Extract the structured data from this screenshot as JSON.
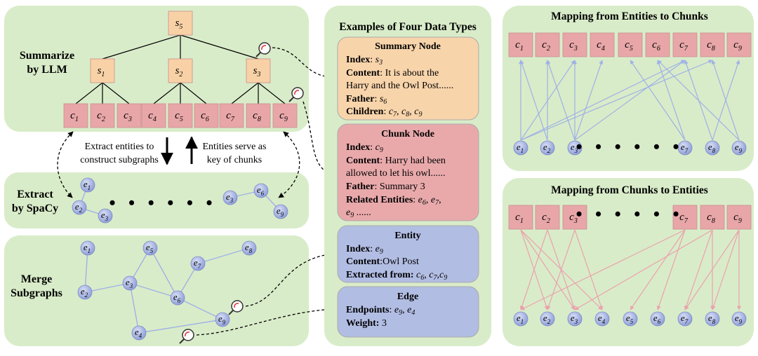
{
  "left": {
    "summarize_label": [
      "Summarize",
      "by LLM"
    ],
    "extract_label": [
      "Extract",
      "by SpaCy"
    ],
    "merge_label": [
      "Merge",
      "Subgraphs"
    ],
    "tree": {
      "root": {
        "b": "s",
        "s": "5"
      },
      "level1": [
        {
          "b": "s",
          "s": "1"
        },
        {
          "b": "s",
          "s": "2"
        },
        {
          "b": "s",
          "s": "3"
        }
      ],
      "chunks": [
        {
          "b": "c",
          "s": "1"
        },
        {
          "b": "c",
          "s": "2"
        },
        {
          "b": "c",
          "s": "3"
        },
        {
          "b": "c",
          "s": "4"
        },
        {
          "b": "c",
          "s": "5"
        },
        {
          "b": "c",
          "s": "6"
        },
        {
          "b": "c",
          "s": "7"
        },
        {
          "b": "c",
          "s": "8"
        },
        {
          "b": "c",
          "s": "9"
        }
      ]
    },
    "extract_text": [
      "Extract entities to",
      "construct subgraphs"
    ],
    "serve_text": [
      "Entities serve as",
      "key of chunks"
    ],
    "extract_nodes": [
      {
        "b": "e",
        "s": "1"
      },
      {
        "b": "e",
        "s": "2"
      },
      {
        "b": "e",
        "s": "3"
      },
      {
        "b": "e",
        "s": "3"
      },
      {
        "b": "e",
        "s": "6"
      },
      {
        "b": "e",
        "s": "9"
      }
    ],
    "merge_nodes": [
      {
        "b": "e",
        "s": "1"
      },
      {
        "b": "e",
        "s": "5"
      },
      {
        "b": "e",
        "s": "8"
      },
      {
        "b": "e",
        "s": "7"
      },
      {
        "b": "e",
        "s": "3"
      },
      {
        "b": "e",
        "s": "2"
      },
      {
        "b": "e",
        "s": "6"
      },
      {
        "b": "e",
        "s": "9"
      },
      {
        "b": "e",
        "s": "4"
      }
    ]
  },
  "middle": {
    "title": "Examples of Four Data Types",
    "summary_node": {
      "title": "Summary Node",
      "index_label": "Index",
      "index_b": "s",
      "index_s": "3",
      "content_label": "Content",
      "content_lines": [
        ": It is about the",
        "Harry and the Owl Post......"
      ],
      "father_label": "Father",
      "father_b": "s",
      "father_s": "6",
      "children_label": "Children",
      "children": [
        {
          "b": "c",
          "s": "7"
        },
        {
          "b": "c",
          "s": "8"
        },
        {
          "b": "c",
          "s": "9"
        }
      ]
    },
    "chunk_node": {
      "title": "Chunk Node",
      "index_label": "Index",
      "index_b": "c",
      "index_s": "9",
      "content_label": "Content",
      "content_lines": [
        ": Harry had been",
        "allowed to let his owl......"
      ],
      "father_label": "Father",
      "father_value": ": Summary 3",
      "related_label": "Related Entities",
      "related": [
        {
          "b": "e",
          "s": "6"
        },
        {
          "b": "e",
          "s": "7"
        },
        {
          "b": "e",
          "s": "9"
        }
      ],
      "related_tail": "......"
    },
    "entity": {
      "title": "Entity",
      "index_label": "Index",
      "index_b": "e",
      "index_s": "9",
      "content_label": "Content",
      "content_value": ":Owl Post",
      "extracted_label": "Extracted from:",
      "extracted": [
        {
          "b": "c",
          "s": "6"
        },
        {
          "b": "c",
          "s": "7"
        },
        {
          "b": "c",
          "s": "9"
        }
      ]
    },
    "edge": {
      "title": "Edge",
      "endpoints_label": "Endpoints",
      "endpoints": [
        {
          "b": "e",
          "s": "9"
        },
        {
          "b": "e",
          "s": "4"
        }
      ],
      "weight_label": "Weight:",
      "weight_value": " 3"
    }
  },
  "right": {
    "top_title": "Mapping from Entities to Chunks",
    "top_chunks": [
      {
        "b": "c",
        "s": "1"
      },
      {
        "b": "c",
        "s": "2"
      },
      {
        "b": "c",
        "s": "3"
      },
      {
        "b": "c",
        "s": "4"
      },
      {
        "b": "c",
        "s": "5"
      },
      {
        "b": "c",
        "s": "6"
      },
      {
        "b": "c",
        "s": "7"
      },
      {
        "b": "c",
        "s": "8"
      },
      {
        "b": "c",
        "s": "9"
      }
    ],
    "top_entities": [
      {
        "b": "e",
        "s": "1"
      },
      {
        "b": "e",
        "s": "2"
      },
      {
        "b": "e",
        "s": "3"
      },
      {
        "b": "e",
        "s": "7"
      },
      {
        "b": "e",
        "s": "8"
      },
      {
        "b": "e",
        "s": "9"
      }
    ],
    "bottom_title": "Mapping from Chunks to Entities",
    "bottom_chunks": [
      {
        "b": "c",
        "s": "1"
      },
      {
        "b": "c",
        "s": "2"
      },
      {
        "b": "c",
        "s": "3"
      },
      {
        "b": "c",
        "s": "7"
      },
      {
        "b": "c",
        "s": "8"
      },
      {
        "b": "c",
        "s": "9"
      }
    ],
    "bottom_entities": [
      {
        "b": "e",
        "s": "1"
      },
      {
        "b": "e",
        "s": "2"
      },
      {
        "b": "e",
        "s": "3"
      },
      {
        "b": "e",
        "s": "4"
      },
      {
        "b": "e",
        "s": "5"
      },
      {
        "b": "e",
        "s": "6"
      },
      {
        "b": "e",
        "s": "7"
      },
      {
        "b": "e",
        "s": "8"
      },
      {
        "b": "e",
        "s": "9"
      }
    ]
  },
  "colors": {
    "panel_bg": "#d9ecc9",
    "chunk_fill": "#e8a6a8",
    "summary_fill": "#f8d2a6",
    "entity_fill": "#a9b5e0",
    "summary_box": "#f8d4ab",
    "chunk_box": "#e9a9ab",
    "entity_box": "#b2bde3",
    "blue_line": "#9fb1e6",
    "pink_line": "#eaa2ad"
  }
}
